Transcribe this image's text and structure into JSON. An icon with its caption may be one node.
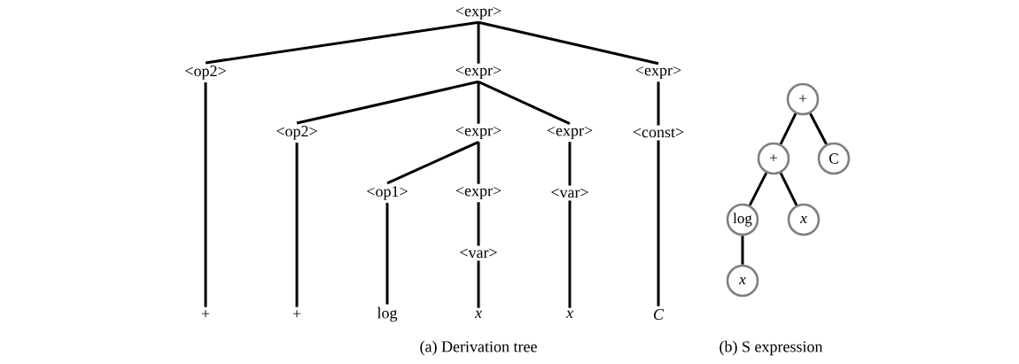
{
  "diagram": {
    "nodes": [
      {
        "text": [
          "<expr>"
        ]
      },
      {
        "text": [
          "<op2>"
        ]
      },
      {
        "text": [
          "<expr>"
        ]
      },
      {
        "text": [
          "<expr>"
        ]
      },
      {
        "text": [
          "<op2>"
        ]
      },
      {
        "text": [
          "<expr>"
        ]
      },
      {
        "text": [
          "<expr>"
        ]
      },
      {
        "text": [
          "<const>"
        ]
      },
      {
        "text": [
          "<op1>"
        ]
      },
      {
        "text": [
          "<expr>"
        ]
      },
      {
        "text": [
          "<var>"
        ]
      },
      {
        "text": [
          "<var>"
        ]
      },
      {
        "text": [
          "+"
        ]
      },
      {
        "text": [
          "+"
        ]
      },
      {
        "text": [
          "log"
        ]
      },
      {
        "text": [
          "x"
        ]
      },
      {
        "text": [
          "x"
        ]
      },
      {
        "text": [
          "C"
        ]
      },
      {
        "text": [
          "+"
        ]
      },
      {
        "text": [
          "+"
        ]
      },
      {
        "text": [
          "C"
        ]
      },
      {
        "text": [
          "log"
        ]
      },
      {
        "text": [
          "x"
        ]
      },
      {
        "text": [
          "x"
        ]
      }
    ],
    "edges": [
      {
        "from": 0,
        "to": 1,
        "arrow": "none"
      },
      {
        "from": 0,
        "to": 2,
        "arrow": "none"
      },
      {
        "from": 0,
        "to": 3,
        "arrow": "none"
      },
      {
        "from": 2,
        "to": 4,
        "arrow": "none"
      },
      {
        "from": 2,
        "to": 5,
        "arrow": "none"
      },
      {
        "from": 2,
        "to": 6,
        "arrow": "none"
      },
      {
        "from": 3,
        "to": 7,
        "arrow": "none"
      },
      {
        "from": 5,
        "to": 8,
        "arrow": "none"
      },
      {
        "from": 5,
        "to": 9,
        "arrow": "none"
      },
      {
        "from": 6,
        "to": 10,
        "arrow": "none"
      },
      {
        "from": 9,
        "to": 11,
        "arrow": "none"
      },
      {
        "from": 1,
        "to": 12,
        "arrow": "none"
      },
      {
        "from": 4,
        "to": 13,
        "arrow": "none"
      },
      {
        "from": 8,
        "to": 14,
        "arrow": "none"
      },
      {
        "from": 11,
        "to": 15,
        "arrow": "none"
      },
      {
        "from": 10,
        "to": 16,
        "arrow": "none"
      },
      {
        "from": 7,
        "to": 17,
        "arrow": "none"
      },
      {
        "from": 18,
        "to": 19,
        "arrow": "none"
      },
      {
        "from": 18,
        "to": 20,
        "arrow": "none"
      },
      {
        "from": 19,
        "to": 21,
        "arrow": "none"
      },
      {
        "from": 19,
        "to": 22,
        "arrow": "none"
      },
      {
        "from": 21,
        "to": 23,
        "arrow": "none"
      }
    ],
    "labels": [
      "(a) Derivation tree",
      "(b) S expression"
    ]
  }
}
